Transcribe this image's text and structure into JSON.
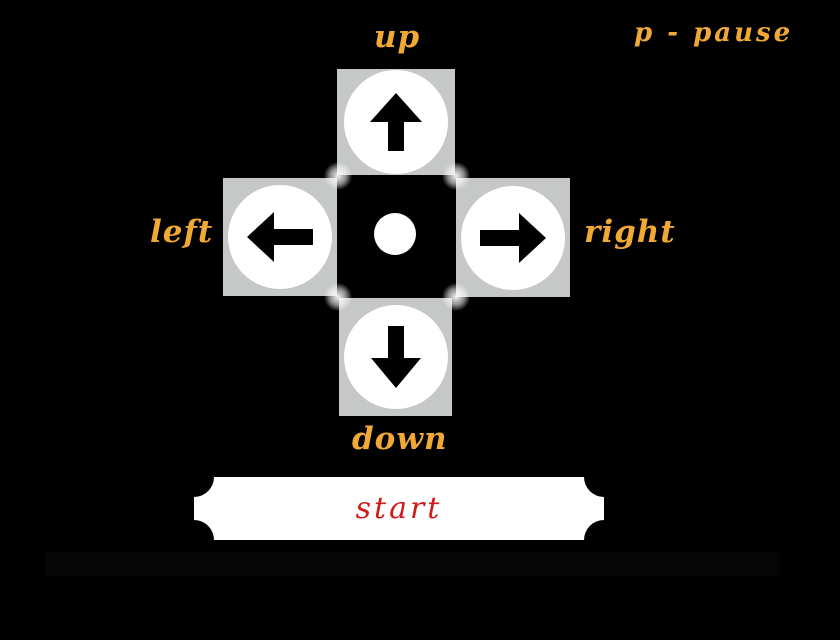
{
  "controls": {
    "up_label": "up",
    "down_label": "down",
    "left_label": "left",
    "right_label": "right",
    "pause_hint": "p - pause"
  },
  "start_button": {
    "label": "start"
  },
  "icons": {
    "up": "arrow-up-icon",
    "down": "arrow-down-icon",
    "left": "arrow-left-icon",
    "right": "arrow-right-icon",
    "center": "center-dot-icon"
  },
  "colors": {
    "background": "#000000",
    "label": "#f0a935",
    "start_text": "#d11a1a",
    "pad_frame": "#c6c8c8",
    "pad_circle": "#ffffff"
  }
}
